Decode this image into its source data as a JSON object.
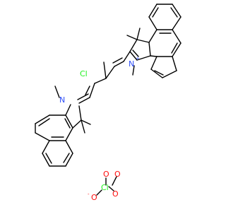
{
  "molecule": {
    "colors": {
      "bond": "#000000",
      "carbon": "#000000",
      "nitrogen": "#3050F8",
      "chlorine": "#1FF01F",
      "oxygen": "#FF0D0D"
    },
    "labels": {
      "cl_chain": "Cl",
      "n_left": "N",
      "n_right": "N",
      "n_plus": "+",
      "perchlorate_cl": "Cl",
      "perchlorate_o_top_left": "O",
      "perchlorate_o_top_right": "O",
      "perchlorate_o_bottom": "O",
      "perchlorate_o_left": "O",
      "o_minus": "-"
    }
  }
}
